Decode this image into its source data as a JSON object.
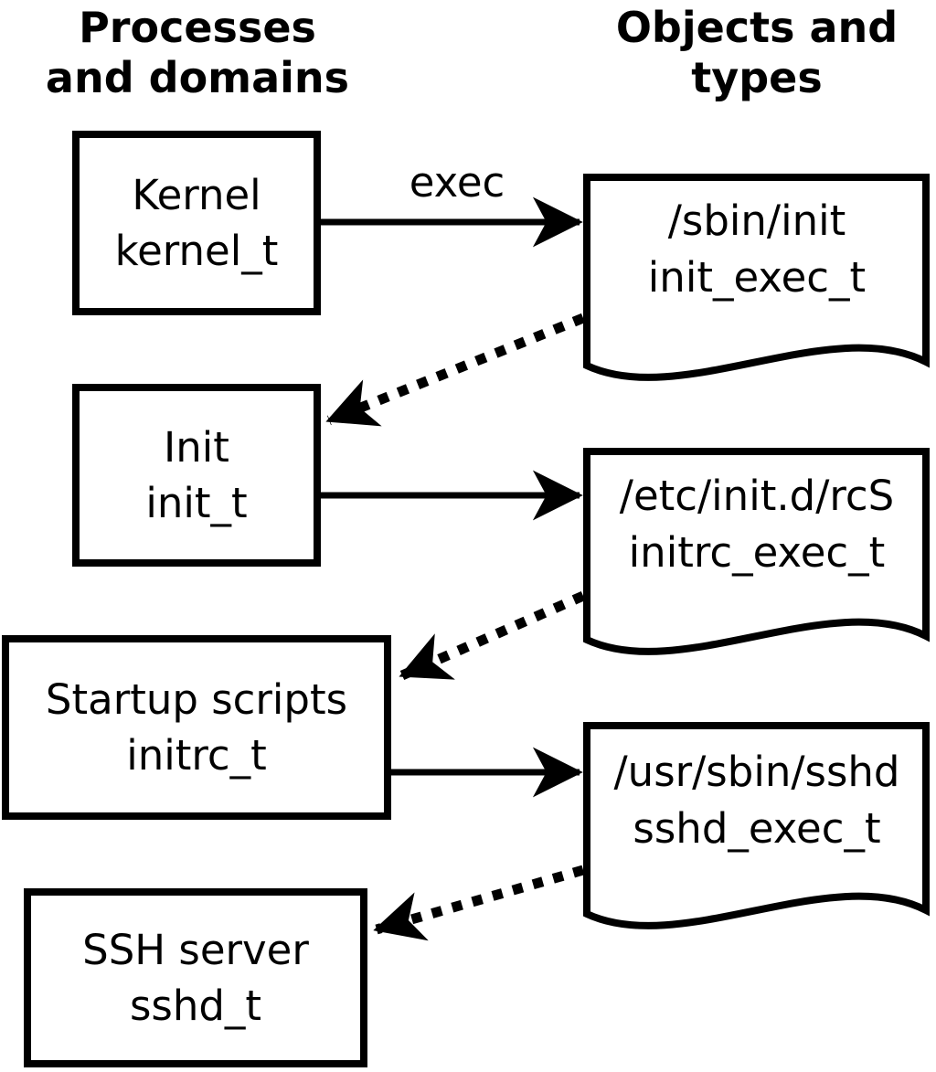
{
  "headers": {
    "left": {
      "line1": "Processes",
      "line2": "and domains"
    },
    "right": {
      "line1": "Objects and",
      "line2": "types"
    }
  },
  "edge_label": "exec",
  "process_boxes": [
    {
      "name": "Kernel",
      "type": "kernel_t"
    },
    {
      "name": "Init",
      "type": "init_t"
    },
    {
      "name": "Startup scripts",
      "type": "initrc_t"
    },
    {
      "name": "SSH server",
      "type": "sshd_t"
    }
  ],
  "object_docs": [
    {
      "path": "/sbin/init",
      "type": "init_exec_t"
    },
    {
      "path": "/etc/init.d/rcS",
      "type": "initrc_exec_t"
    },
    {
      "path": "/usr/sbin/sshd",
      "type": "sshd_exec_t"
    }
  ],
  "colors": {
    "ink": "#000000",
    "paper": "#ffffff"
  }
}
